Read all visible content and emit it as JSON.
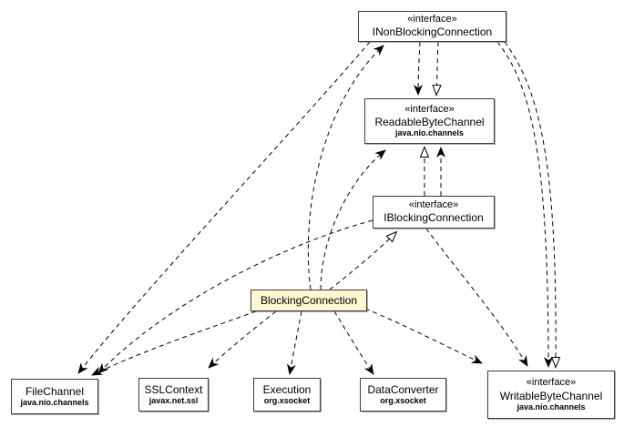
{
  "diagram": {
    "background_color": "#ffffff",
    "highlight_color": "#fdf8cf",
    "nodes": [
      {
        "id": "inonblockingconnection",
        "stereotype": "«interface»",
        "name": "INonBlockingConnection",
        "package": "",
        "highlighted": false
      },
      {
        "id": "readablebytechannel",
        "stereotype": "«interface»",
        "name": "ReadableByteChannel",
        "package": "java.nio.channels",
        "highlighted": false
      },
      {
        "id": "iblockingconnection",
        "stereotype": "«interface»",
        "name": "IBlockingConnection",
        "package": "",
        "highlighted": false
      },
      {
        "id": "blockingconnection",
        "stereotype": "",
        "name": "BlockingConnection",
        "package": "",
        "highlighted": true
      },
      {
        "id": "filechannel",
        "stereotype": "",
        "name": "FileChannel",
        "package": "java.nio.channels",
        "highlighted": false
      },
      {
        "id": "sslcontext",
        "stereotype": "",
        "name": "SSLContext",
        "package": "javax.net.ssl",
        "highlighted": false
      },
      {
        "id": "execution",
        "stereotype": "",
        "name": "Execution",
        "package": "org.xsocket",
        "highlighted": false
      },
      {
        "id": "dataconverter",
        "stereotype": "",
        "name": "DataConverter",
        "package": "org.xsocket",
        "highlighted": false
      },
      {
        "id": "writablebytechannel",
        "stereotype": "«interface»",
        "name": "WritableByteChannel",
        "package": "java.nio.channels",
        "highlighted": false
      }
    ],
    "edges": [
      {
        "id": "e1",
        "from": "inonblockingconnection",
        "to": "readablebytechannel",
        "relation": "dependency",
        "arrow": "filled"
      },
      {
        "id": "e2",
        "from": "inonblockingconnection",
        "to": "readablebytechannel",
        "relation": "realization",
        "arrow": "hollow"
      },
      {
        "id": "e3",
        "from": "iblockingconnection",
        "to": "readablebytechannel",
        "relation": "realization",
        "arrow": "hollow"
      },
      {
        "id": "e4",
        "from": "iblockingconnection",
        "to": "readablebytechannel",
        "relation": "dependency",
        "arrow": "filled"
      },
      {
        "id": "e5",
        "from": "blockingconnection",
        "to": "iblockingconnection",
        "relation": "realization",
        "arrow": "hollow"
      },
      {
        "id": "e6",
        "from": "blockingconnection",
        "to": "inonblockingconnection",
        "relation": "dependency",
        "arrow": "filled"
      },
      {
        "id": "e7",
        "from": "blockingconnection",
        "to": "readablebytechannel",
        "relation": "dependency",
        "arrow": "filled"
      },
      {
        "id": "e8",
        "from": "inonblockingconnection",
        "to": "writablebytechannel",
        "relation": "dependency",
        "arrow": "filled"
      },
      {
        "id": "e9",
        "from": "inonblockingconnection",
        "to": "writablebytechannel",
        "relation": "realization",
        "arrow": "hollow"
      },
      {
        "id": "e10",
        "from": "iblockingconnection",
        "to": "writablebytechannel",
        "relation": "dependency",
        "arrow": "filled"
      },
      {
        "id": "e11",
        "from": "blockingconnection",
        "to": "writablebytechannel",
        "relation": "dependency",
        "arrow": "filled"
      },
      {
        "id": "e12",
        "from": "blockingconnection",
        "to": "dataconverter",
        "relation": "dependency",
        "arrow": "filled"
      },
      {
        "id": "e13",
        "from": "blockingconnection",
        "to": "execution",
        "relation": "dependency",
        "arrow": "filled"
      },
      {
        "id": "e14",
        "from": "blockingconnection",
        "to": "sslcontext",
        "relation": "dependency",
        "arrow": "filled"
      },
      {
        "id": "e15",
        "from": "blockingconnection",
        "to": "filechannel",
        "relation": "dependency",
        "arrow": "filled"
      },
      {
        "id": "e16",
        "from": "iblockingconnection",
        "to": "filechannel",
        "relation": "dependency",
        "arrow": "filled"
      },
      {
        "id": "e17",
        "from": "inonblockingconnection",
        "to": "filechannel",
        "relation": "dependency",
        "arrow": "filled"
      }
    ]
  }
}
